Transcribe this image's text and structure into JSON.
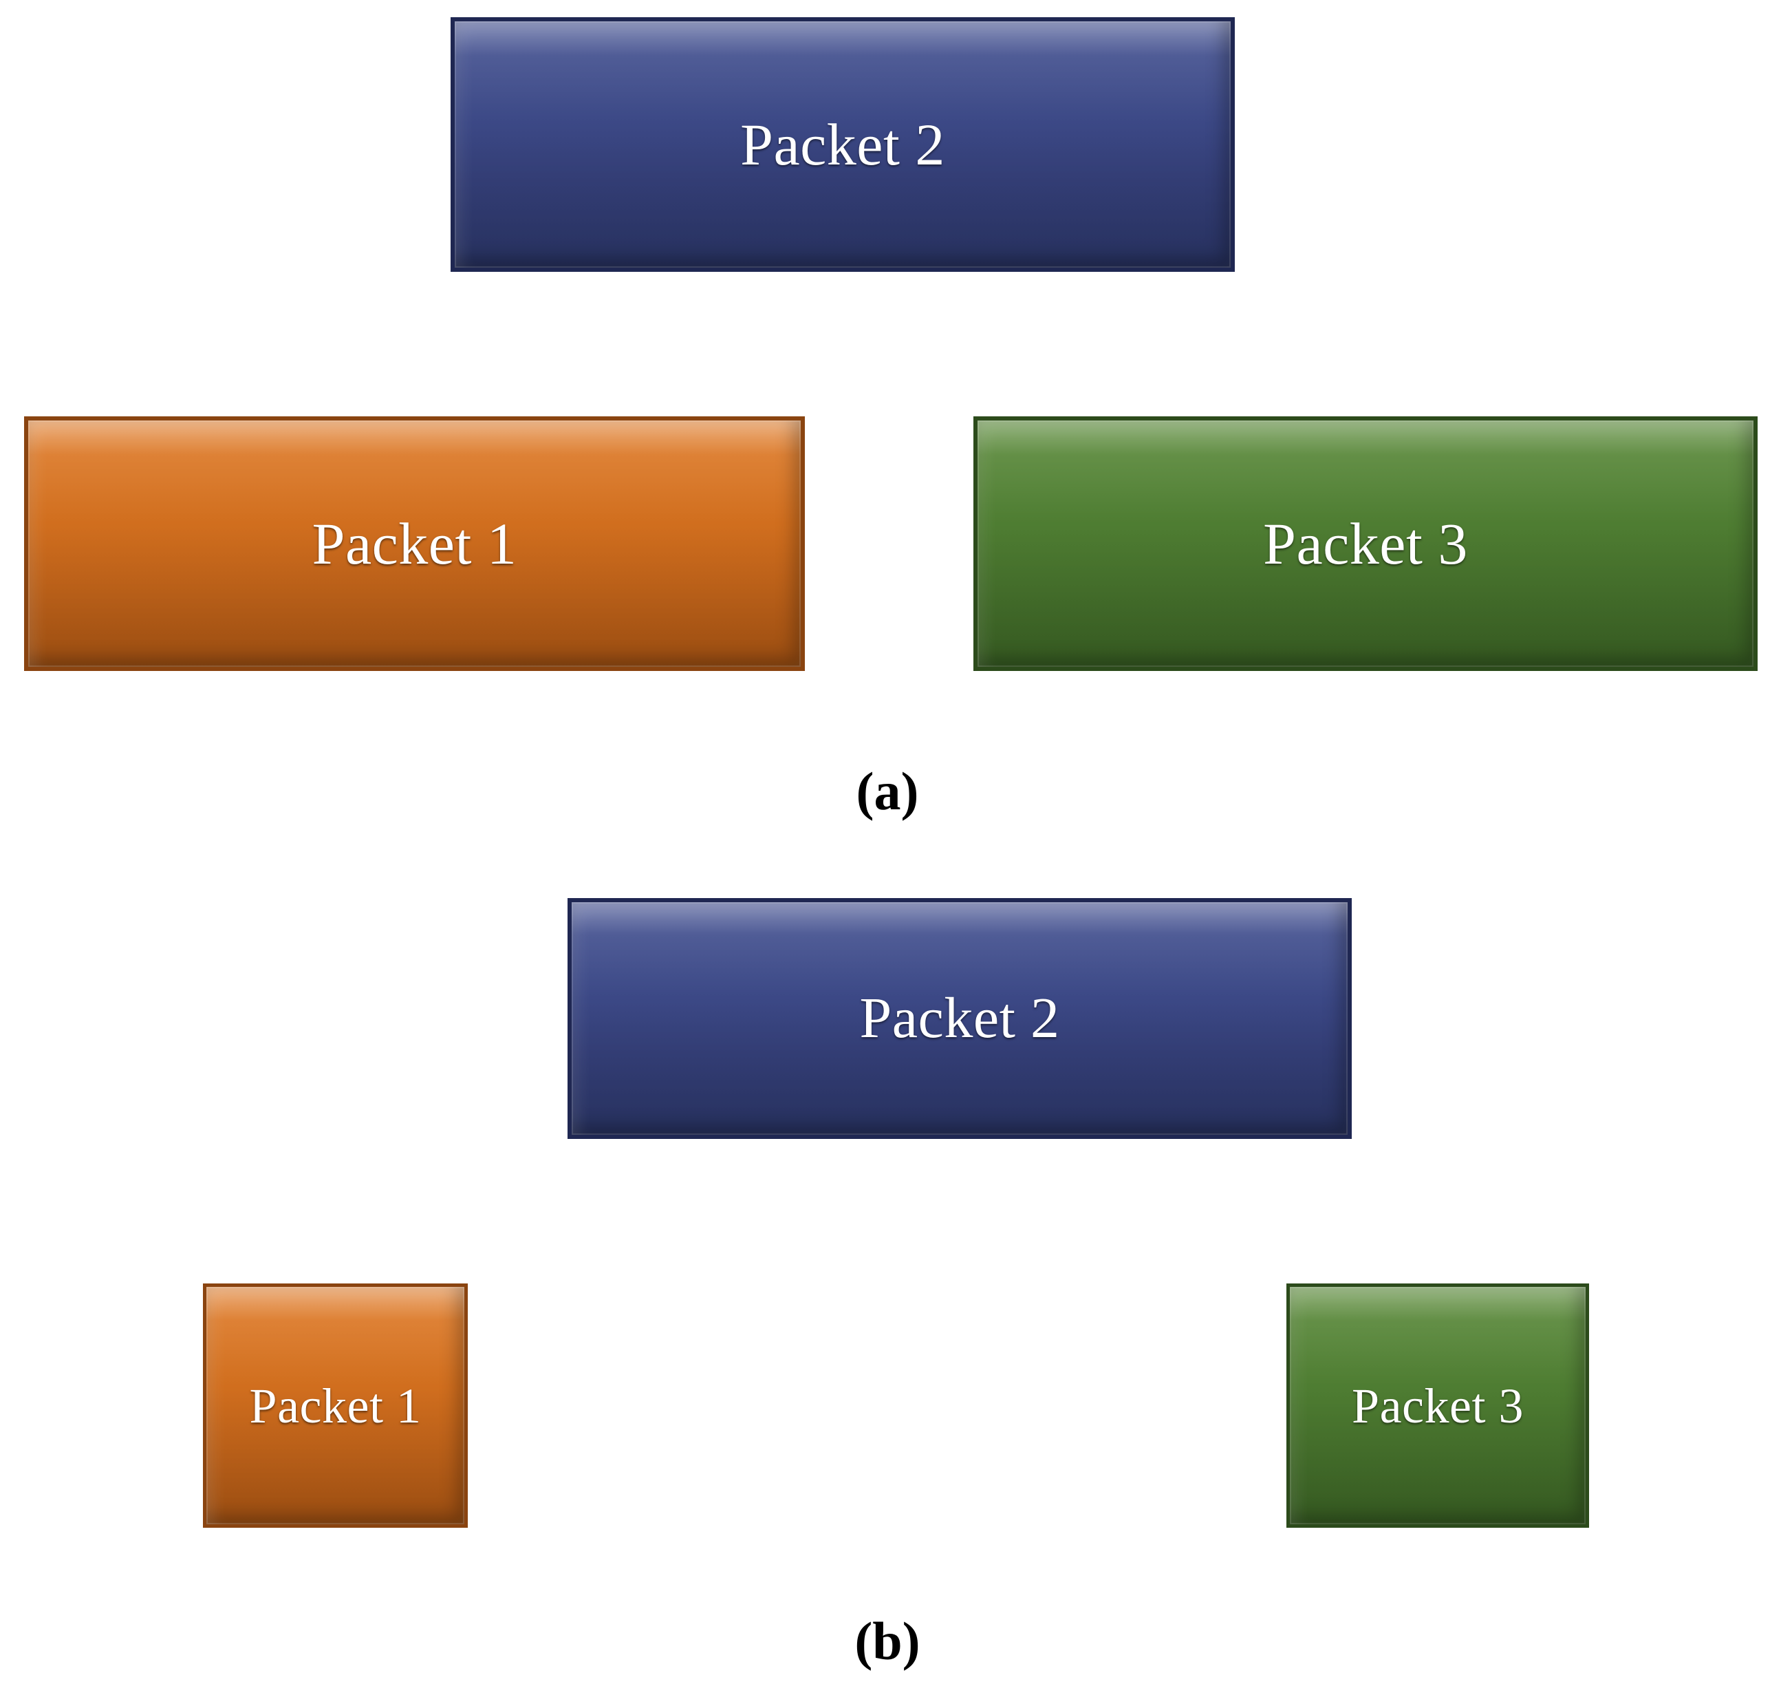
{
  "figure": {
    "background_color": "#ffffff",
    "panels": [
      {
        "id": "a",
        "caption": "(a)",
        "boxes": [
          {
            "label": "Packet 2",
            "color_name": "blue",
            "color": "#3d4a88"
          },
          {
            "label": "Packet 1",
            "color_name": "orange",
            "color": "#d3701f"
          },
          {
            "label": "Packet 3",
            "color_name": "green",
            "color": "#507f33"
          }
        ]
      },
      {
        "id": "b",
        "caption": "(b)",
        "boxes": [
          {
            "label": "Packet 2",
            "color_name": "blue",
            "color": "#3d4a88"
          },
          {
            "label": "Packet 1",
            "color_name": "orange",
            "color": "#d3701f"
          },
          {
            "label": "Packet 3",
            "color_name": "green",
            "color": "#507f33"
          }
        ]
      }
    ]
  }
}
